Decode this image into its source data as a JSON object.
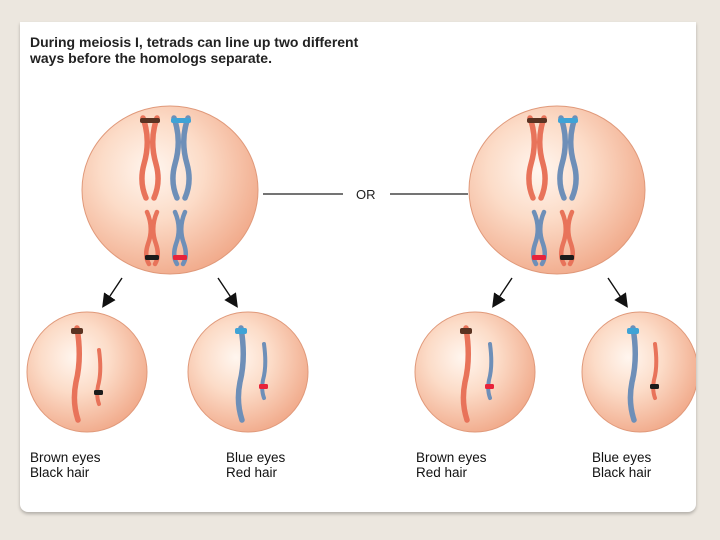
{
  "caption": {
    "line1": "During meiosis I, tetrads can line up two different",
    "line2": "ways before the homologs separate."
  },
  "connector": {
    "label": "OR"
  },
  "outcomes": [
    {
      "line1": "Brown eyes",
      "line2": "Black hair"
    },
    {
      "line1": "Blue eyes",
      "line2": "Red hair"
    },
    {
      "line1": "Brown eyes",
      "line2": "Red hair"
    },
    {
      "line1": "Blue eyes",
      "line2": "Black hair"
    }
  ],
  "colors": {
    "cell_fill": "#f7c4a8",
    "cell_edge": "#e0997a",
    "maternal_chromosome": "#e8735a",
    "paternal_chromosome": "#6e8fb8",
    "brown_allele_band": "#5a3322",
    "blue_allele_band": "#3fa3d6",
    "black_allele_band": "#1b1b1b",
    "red_allele_band": "#e8233a"
  }
}
